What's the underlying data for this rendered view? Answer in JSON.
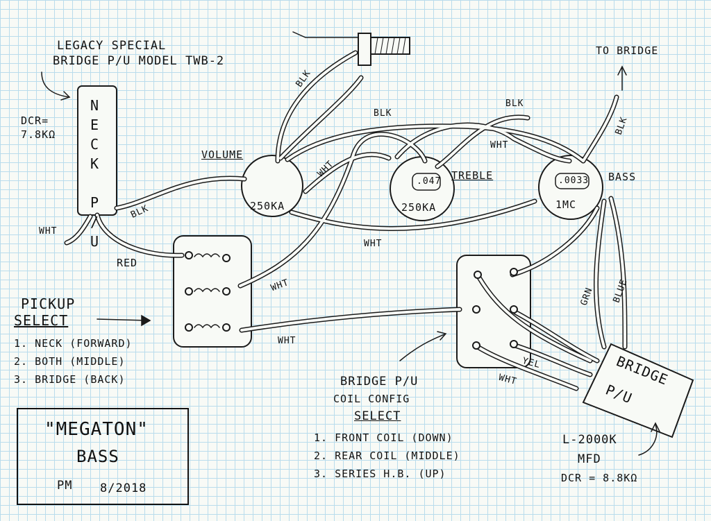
{
  "diagram": {
    "header": {
      "line1": "LEGACY SPECIAL",
      "line2": "BRIDGE P/U MODEL TWB-2"
    },
    "neck_pickup": {
      "label": "NECK P/U",
      "dcr": "DCR= 7.8KΩ"
    },
    "controls": {
      "volume": {
        "label": "VOLUME",
        "value": "250KA"
      },
      "treble": {
        "label": "TREBLE",
        "value": "250KA",
        "cap": ".047"
      },
      "bass": {
        "label": "BASS",
        "value": "1MC",
        "cap": ".0033"
      }
    },
    "to_bridge": "TO BRIDGE",
    "wire_labels": {
      "blk_jack": "BLK",
      "blk_top": "BLK",
      "blk_right_top": "BLK",
      "blk_bridge": "BLK",
      "blk_neck": "BLK",
      "wht_volume": "WHT",
      "wht_treble": "WHT",
      "wht_mid": "WHT",
      "wht_switch1": "WHT",
      "wht_switch2": "WHT",
      "wht_neck": "WHT",
      "wht_bridge": "WHT",
      "red": "RED",
      "grn": "GRN",
      "blue": "BLUE",
      "yel": "YEL"
    },
    "pickup_select": {
      "title1": "PICKUP",
      "title2": "SELECT",
      "items": [
        "1. NECK (FORWARD)",
        "2. BOTH (MIDDLE)",
        "3. BRIDGE (BACK)"
      ]
    },
    "coil_select": {
      "title1": "BRIDGE P/U",
      "title2": "COIL CONFIG",
      "title3": "SELECT",
      "items": [
        "1. FRONT COIL (DOWN)",
        "2. REAR COIL (MIDDLE)",
        "3. SERIES H.B. (UP)"
      ]
    },
    "bridge_pickup": {
      "label1": "BRIDGE",
      "label2": "P/U",
      "model": "L-2000K",
      "type": "MFD",
      "dcr": "DCR = 8.8KΩ"
    },
    "title_block": {
      "name": "\"MEGATON\"",
      "subtitle": "BASS",
      "initials": "PM",
      "date": "8/2018"
    }
  }
}
